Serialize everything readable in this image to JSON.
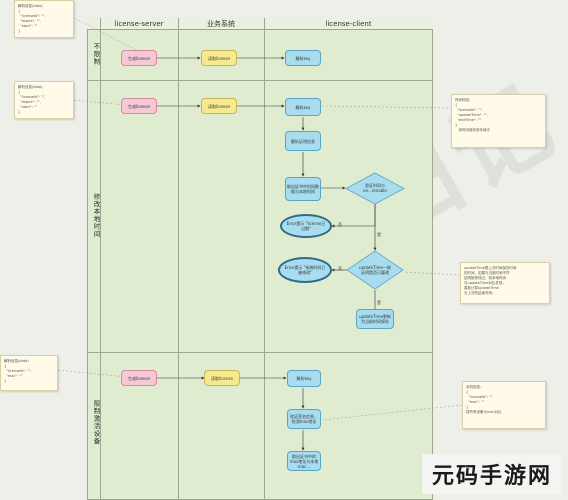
{
  "lanes": {
    "server": "license-server",
    "business": "业务系统",
    "client": "license-client"
  },
  "rows": {
    "unlimited": "不限制",
    "modify_time": "修改本地时间",
    "limit_device": "限制激活设备"
  },
  "nodes": {
    "r1_server": "生成license",
    "r1_business": "读取license",
    "r1_client": "解析key",
    "r2_server": "生成license",
    "r2_business": "读取license",
    "r2_client": "解析key",
    "r2_check": "解析证明信息",
    "r2_compare": "取出证书中时间数据与本地时间",
    "r2_d1": "验证时间与on.../enable",
    "r2_err1": "Error提示 \"license已过期\"",
    "r2_d2": "updateTime一致 证明是否已篡改",
    "r2_err2": "Error提示 \"系统时间已被修改\"",
    "r2_update": "updateTime更新为当前时间保存",
    "r3_server": "生成license",
    "r3_business": "读取license",
    "r3_client": "解析key",
    "r3_check": "验证签名信息，检测mac地址",
    "r3_last": "取出证书中的mac地址与本地mac..."
  },
  "edge_labels": {
    "yes1": "否",
    "yes2": "是",
    "no2": "否",
    "yes3": "是"
  },
  "notes": {
    "n1": "解析信息(data)\n{\n  \"licenseId\": \"\",\n  \"expire\": \"\",\n  \"start\": \"\"\n}",
    "n2": "解析信息(data)\n{\n  \"licenseId\": \"\",\n  \"expire\": \"\",\n  \"start\": \"\"\n}",
    "n3": "时间校验：\n{\n  \"licenseId\": \"\",\n  \"updateTime\": \"\",\n  \"endTime\": \"\"\n}\n   将时间保存到本地中",
    "n4": "updateTime是上次时间保存时间\n的时间，如果与当前时间不符\n证明被修改过，则本地时间\n与updateTime对比发现，\n重新计算updateTime\n为上次的结束时间。",
    "n5": "解析信息(data)\n{\n  \"licenseId\": \"\",\n  \"mac\": \"\"\n}",
    "n6": "本机信息：\n{\n  \"licenseId\": \"\",\n  \"mac\": \"\"\n}\n将所有设备与mac对比"
  },
  "logo_text": "元码手游网"
}
